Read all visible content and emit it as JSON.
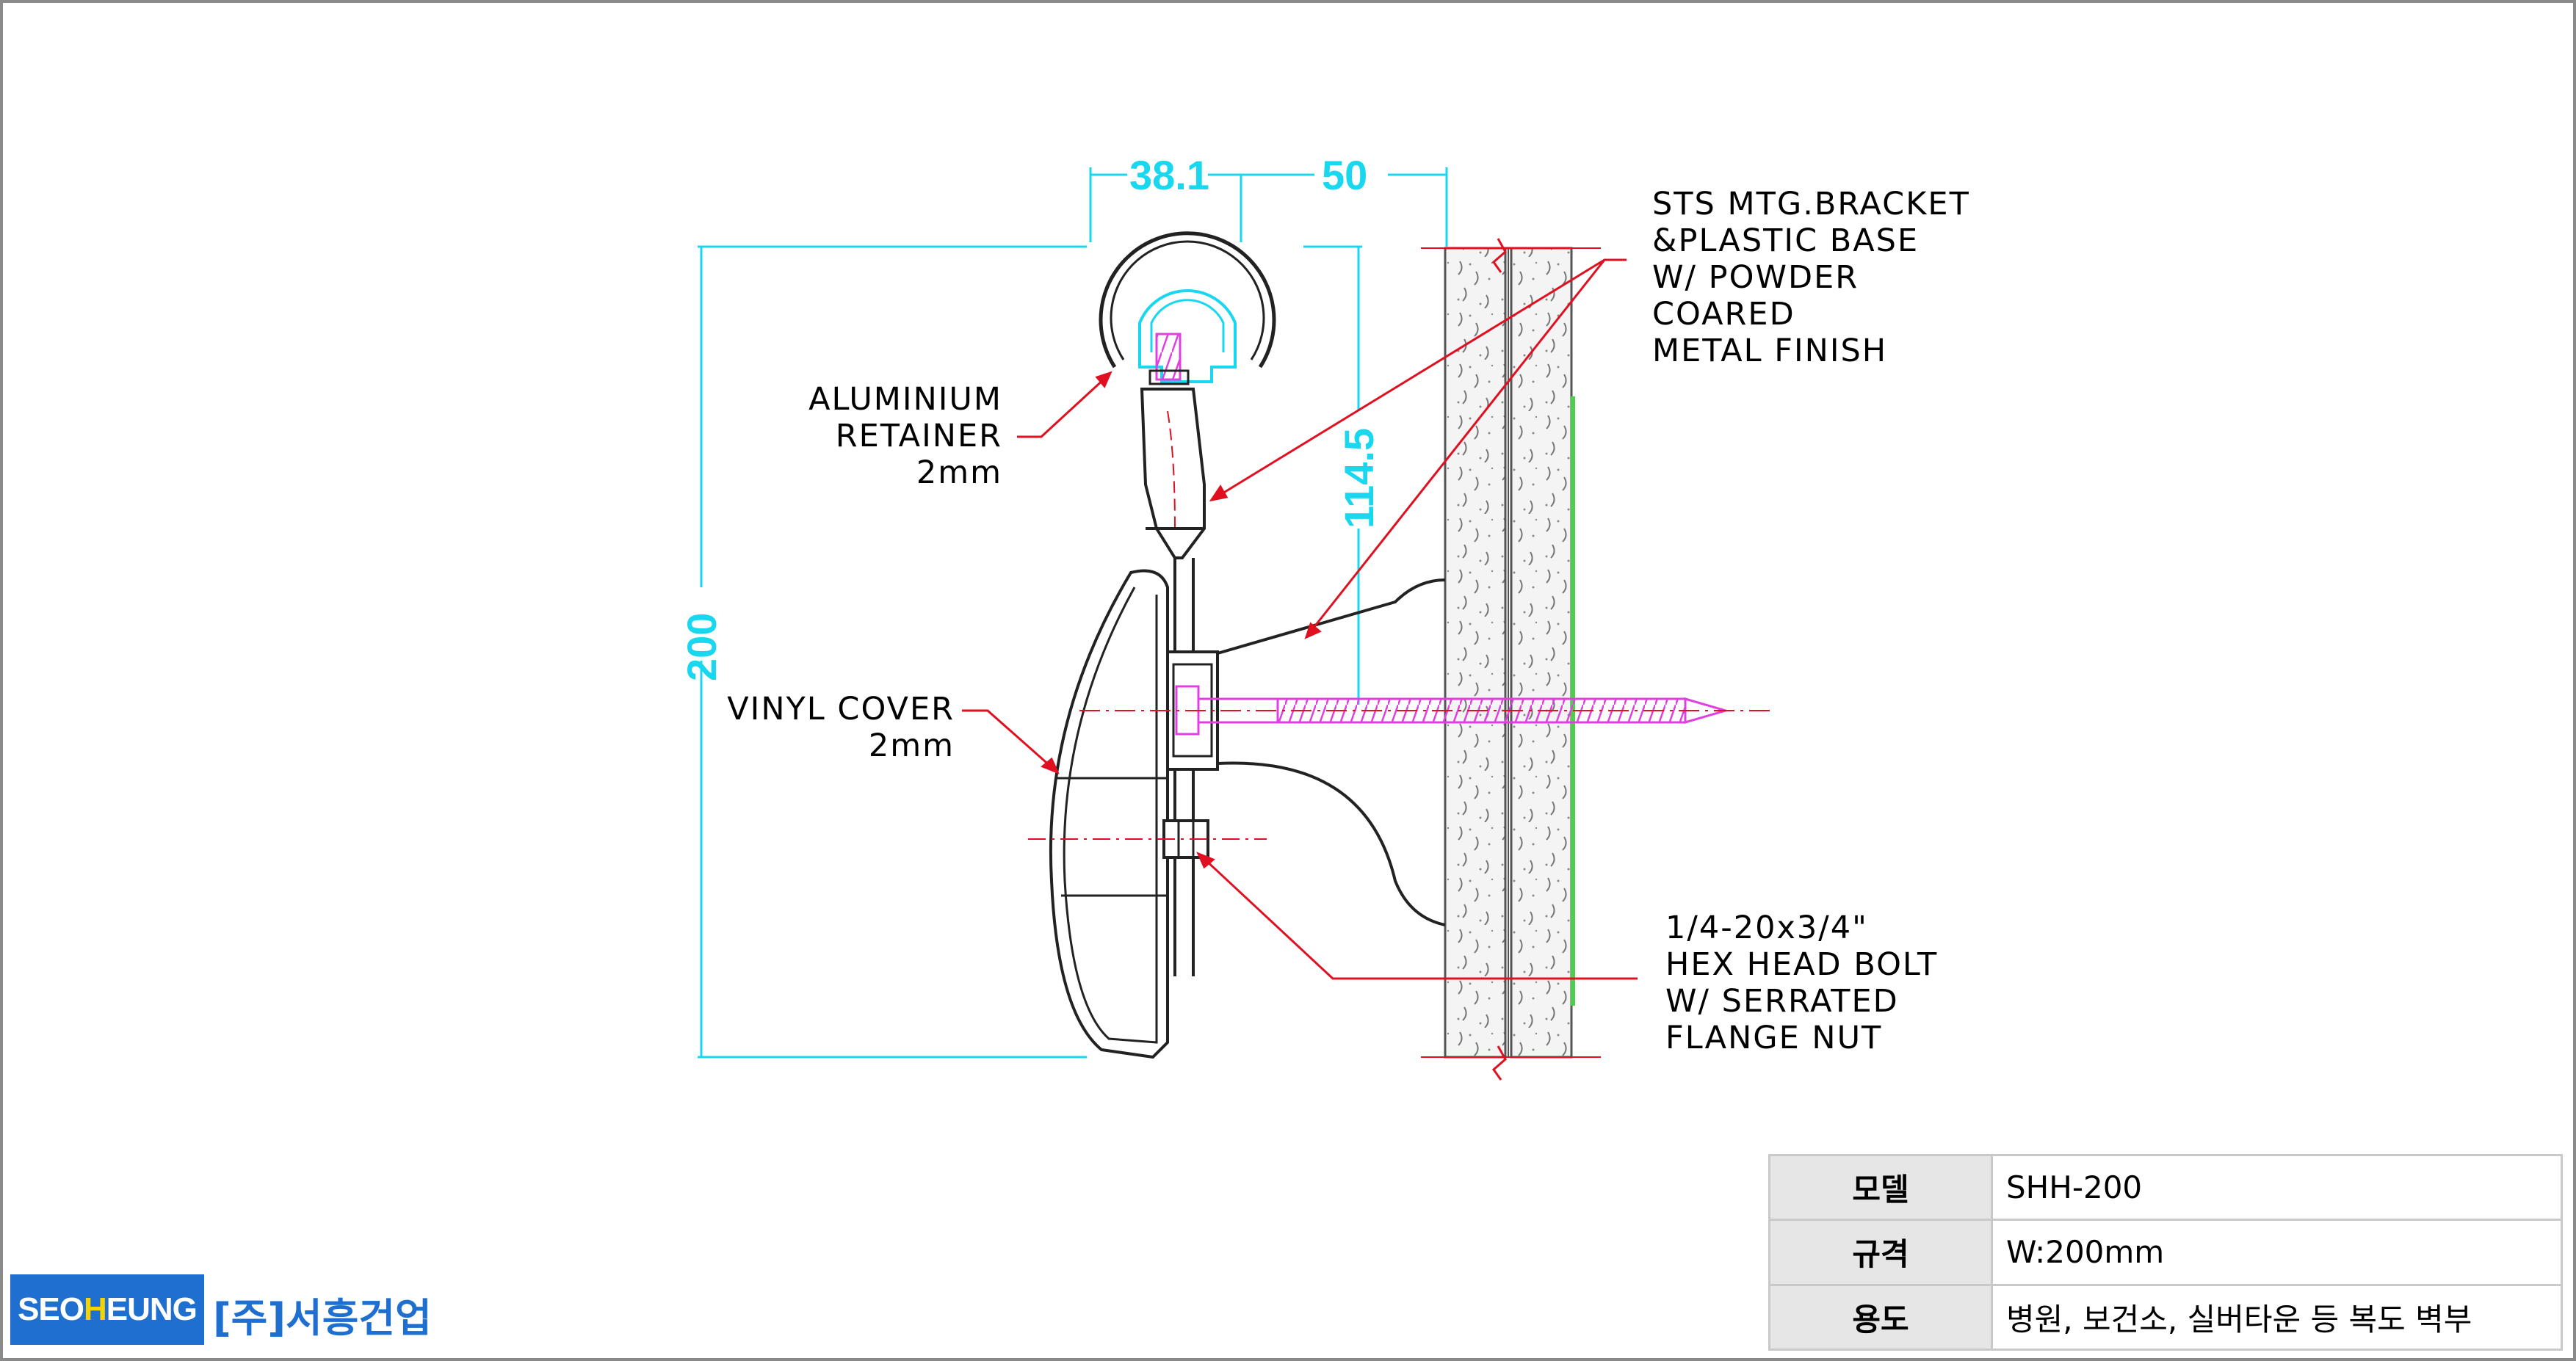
{
  "dimensions": {
    "d_38_1": "38.1",
    "d_50": "50",
    "d_114_5": "114.5",
    "d_200": "200"
  },
  "labels": {
    "bracket": [
      "STS MTG.BRACKET",
      "&PLASTIC BASE",
      "W/ POWDER",
      "COARED",
      "METAL FINISH"
    ],
    "retainer": [
      "ALUMINIUM",
      "RETAINER",
      "2mm"
    ],
    "vinyl": [
      "VINYL COVER",
      "2mm"
    ],
    "bolt": [
      "1/4-20x3/4\"",
      "HEX HEAD BOLT",
      "W/ SERRATED",
      "FLANGE NUT"
    ]
  },
  "spec_table": {
    "rows": [
      {
        "key": "모델",
        "value": "SHH-200"
      },
      {
        "key": "규격",
        "value": "W:200mm"
      },
      {
        "key": "용도",
        "value": "병원, 보건소, 실버타운 등 복도 벽부"
      }
    ]
  },
  "logo": {
    "brand_pre": "SEO",
    "brand_hl": "H",
    "brand_post": "EUNG",
    "company": "[주]서흥건업"
  },
  "colors": {
    "dimension": "#18d7ef",
    "leader": "#e01020",
    "screw": "#e040e0",
    "wall_finish": "#4cd04c",
    "frame": "#8a8a8a",
    "brand": "#1e6fd0"
  }
}
